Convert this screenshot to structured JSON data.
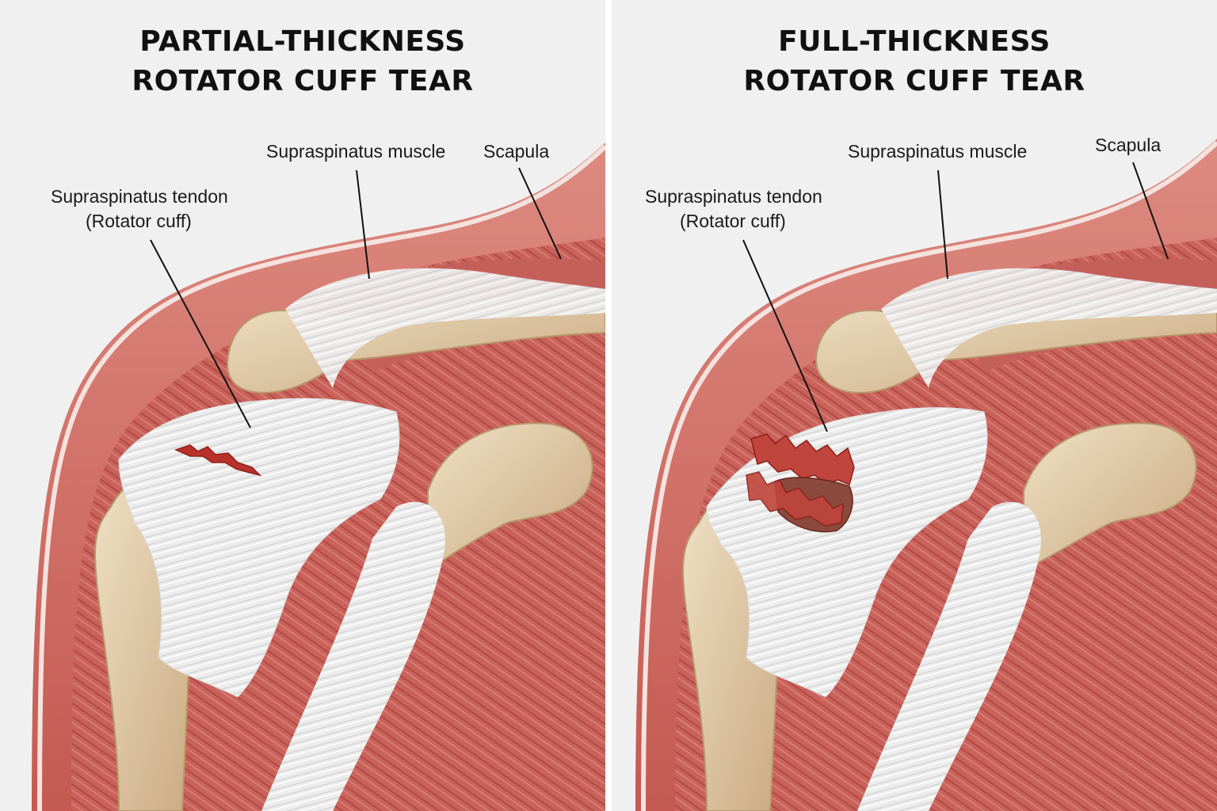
{
  "panels": [
    {
      "title_line1": "PARTIAL-THICKNESS",
      "title_line2": "ROTATOR CUFF TEAR",
      "labels": {
        "muscle": "Supraspinatus muscle",
        "scapula": "Scapula",
        "tendon_line1": "Supraspinatus tendon",
        "tendon_line2": "(Rotator cuff)"
      }
    },
    {
      "title_line1": "FULL-THICKNESS",
      "title_line2": "ROTATOR CUFF TEAR",
      "labels": {
        "muscle": "Supraspinatus muscle",
        "scapula": "Scapula",
        "tendon_line1": "Supraspinatus tendon",
        "tendon_line2": "(Rotator cuff)"
      }
    }
  ],
  "colors": {
    "background": "#f0f0f0",
    "muscle": "#c9625a",
    "tendon": "#ededed",
    "bone": "#dcc4a0",
    "tear": "#b8322a"
  }
}
